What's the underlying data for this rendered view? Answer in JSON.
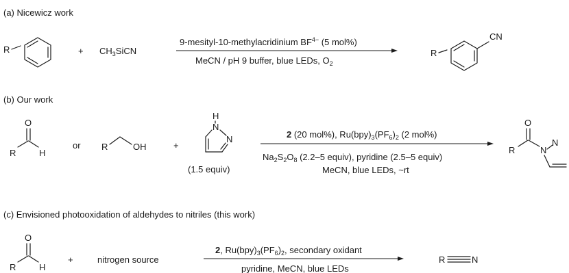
{
  "sections": {
    "a": {
      "heading": "(a) Nicewicz work",
      "reagent": "CH3SiCN",
      "plus": "+",
      "arrow_top": "9-mesityl-10-methylacridinium BF4− (5 mol%)",
      "arrow_bottom": "MeCN / pH 9 buffer, blue LEDs, O2",
      "substituent": "R",
      "product_group": "CN"
    },
    "b": {
      "heading": "(b) Our work",
      "or": "or",
      "plus": "+",
      "pyrazole_equiv": "(1.5 equiv)",
      "arrow_top": "2 (20 mol%), Ru(bpy)3(PF6)2 (2 mol%)",
      "arrow_bottom_1": "Na2S2O8 (2.2–5 equiv), pyridine (2.5–5 equiv)",
      "arrow_bottom_2": "MeCN, blue LEDs, ~rt"
    },
    "c": {
      "heading": "(c) Envisioned photooxidation of aldehydes to nitriles (this work)",
      "plus": "+",
      "reagent": "nitrogen source",
      "arrow_top": "2, Ru(bpy)3(PF6)2, secondary oxidant",
      "arrow_bottom": "pyridine, MeCN, blue LEDs",
      "product": "R—≡N"
    }
  }
}
